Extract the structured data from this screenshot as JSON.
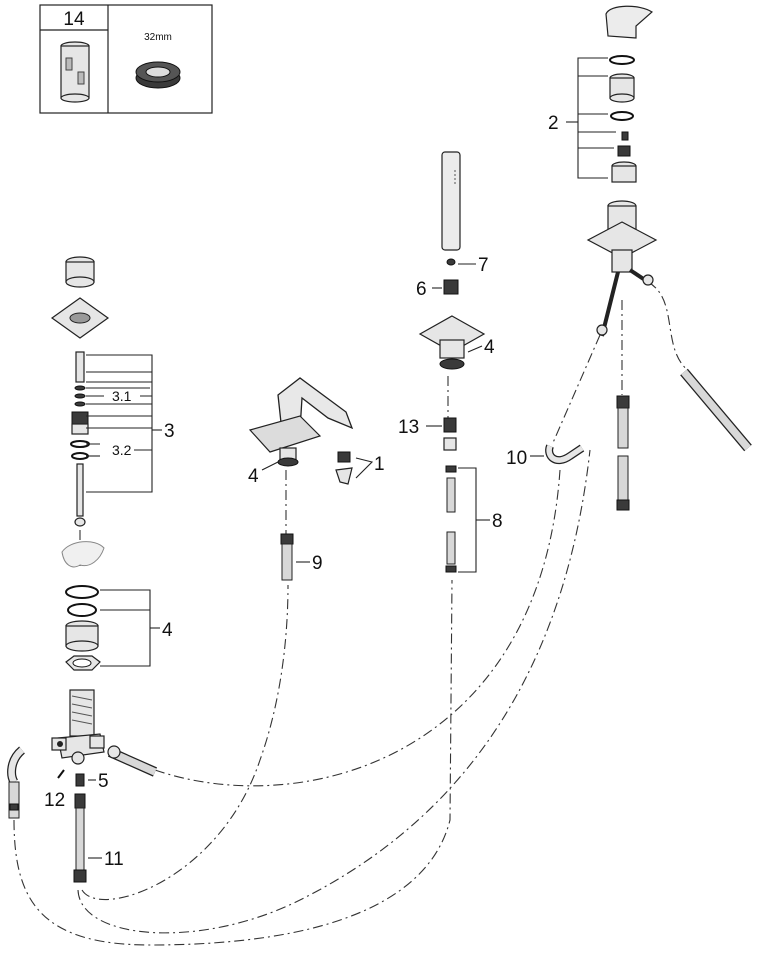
{
  "inset": {
    "part_number": "14",
    "cartridge_size": "32mm"
  },
  "callouts": {
    "c1": "1",
    "c2": "2",
    "c3": "3",
    "c3_1": "3.1",
    "c3_2": "3.2",
    "c4_left": "4",
    "c4_spout": "4",
    "c4_shower": "4",
    "c5": "5",
    "c6": "6",
    "c7": "7",
    "c8": "8",
    "c9": "9",
    "c10": "10",
    "c11": "11",
    "c12": "12",
    "c13": "13"
  }
}
